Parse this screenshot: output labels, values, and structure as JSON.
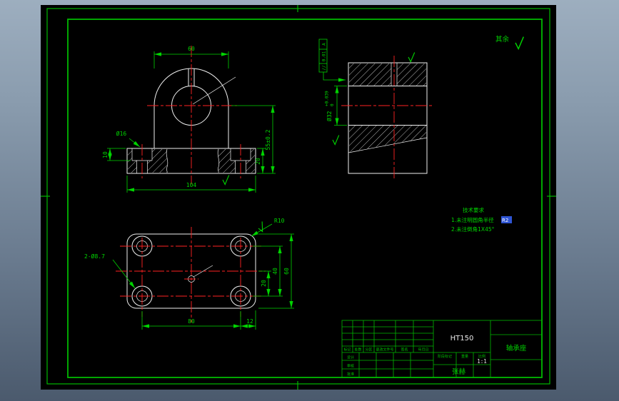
{
  "window": {
    "canvas_bg": "#000000",
    "frame_color": "#00b800",
    "line_color": "#f0f0f0",
    "centerline_color": "#ff2222",
    "dim_color": "#00d400",
    "highlight_color": "#2f55d4"
  },
  "notes": {
    "surplus_label": "其余",
    "tech_title": "技术要求",
    "tech_item1": "1.未注明圆角半径",
    "tech_item1_value": "R2",
    "tech_item2": "2.未注倒角1X45°"
  },
  "front": {
    "width_top": "60",
    "counterbore_dia": "Ø16",
    "counterbore_depth": "10",
    "base_height": "20",
    "center_height": "55±0.2",
    "base_width": "104"
  },
  "side": {
    "tol_symbol": "//",
    "tol_value": "0.01",
    "tol_datum": "A",
    "bore_dia": "Ø32",
    "bore_tol_upper": "+0.039",
    "bore_tol_lower": "0"
  },
  "plan": {
    "hole_callout": "2-Ø8.7",
    "corner_radius": "R10",
    "hole_span": "80",
    "edge_offset": "12",
    "center_offset": "20",
    "row_span": "40",
    "plate_depth": "60"
  },
  "title_block": {
    "material": "HT150",
    "part_name": "轴承座",
    "scale": "1:1",
    "signature": "张赫",
    "rev_headers": [
      "标记",
      "处数",
      "分区",
      "更改文件号",
      "签名",
      "年月日"
    ],
    "role_labels": [
      "设计",
      "审核",
      "批准"
    ],
    "mid_headers": [
      "阶段标记",
      "重量",
      "比例"
    ]
  }
}
